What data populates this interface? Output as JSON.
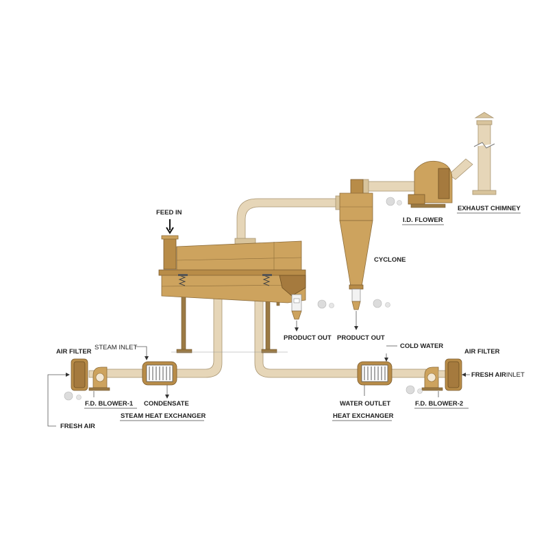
{
  "labels": {
    "feed_in": "FEED IN",
    "cyclone": "CYCLONE",
    "id_blower": "I.D. FLOWER",
    "exhaust_chimney": "EXHAUST CHIMNEY",
    "product_out_1": "PRODUCT OUT",
    "product_out_2": "PRODUCT OUT",
    "air_filter_left": "AIR FILTER",
    "steam_inlet": "STEAM INLET",
    "fd_blower_1": "F.D. BLOWER-1",
    "condensate": "CONDENSATE",
    "steam_heat_exchanger": "STEAM HEAT EXCHANGER",
    "fresh_air_left": "FRESH AIR",
    "cold_water": "COLD WATER",
    "air_filter_right": "AIR FILTER",
    "fresh_air_inlet": "FRESH AIR",
    "fresh_air_inlet_suffix": "INLET",
    "water_outlet": "WATER OUTLET",
    "heat_exchanger": "HEAT EXCHANGER",
    "fd_blower_2": "F.D. BLOWER-2"
  },
  "colors": {
    "duct": "#e6d6b8",
    "body_tan": "#cda35e",
    "body_brown": "#a57a3e"
  }
}
